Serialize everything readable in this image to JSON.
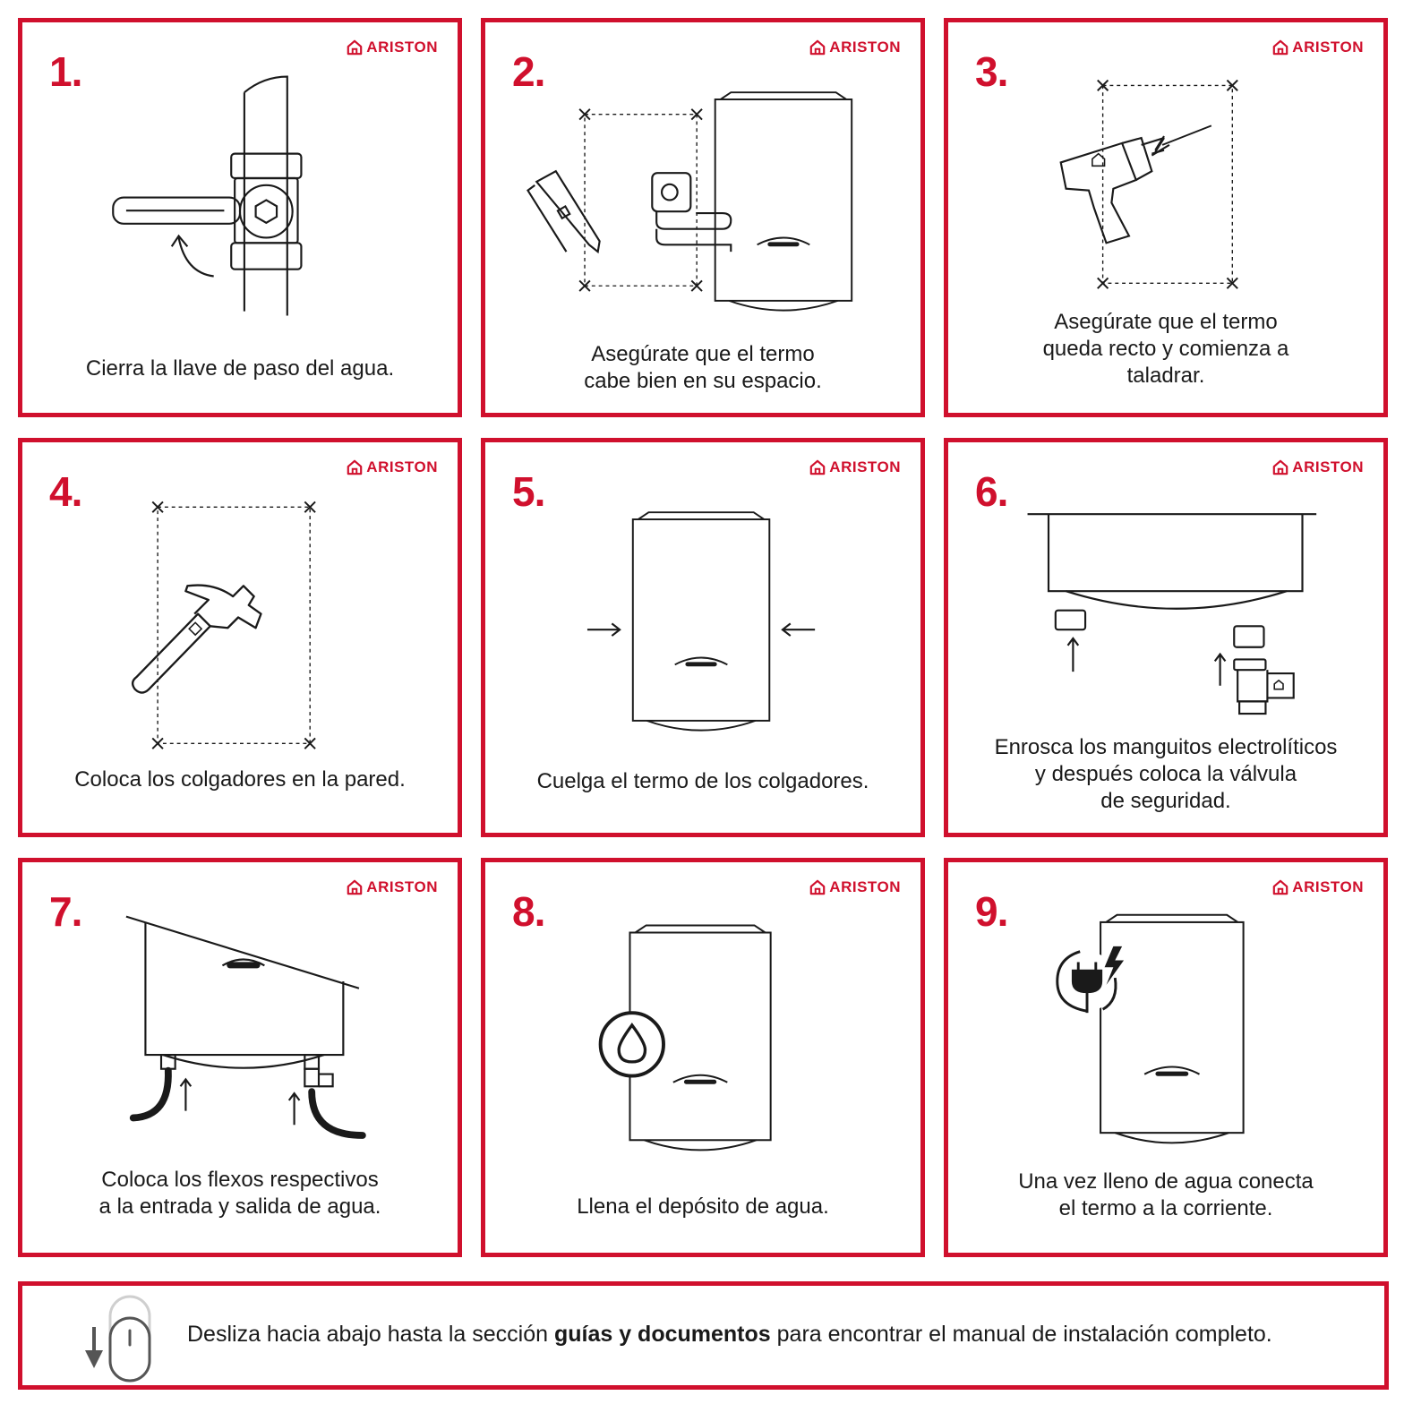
{
  "brand": {
    "name": "ARISTON",
    "logo_icon": "house-logo-icon",
    "accent_color": "#d0102d"
  },
  "steps": [
    {
      "number": "1.",
      "caption": "Cierra la llave de paso del agua.",
      "icon": "water-valve-icon"
    },
    {
      "number": "2.",
      "caption_line1": "Asegúrate que el termo",
      "caption_line2": "cabe bien en su espacio.",
      "icon": "measuring-tape-icon"
    },
    {
      "number": "3.",
      "caption_line1": "Asegúrate que el termo",
      "caption_line2": "queda recto y comienza a",
      "caption_line3": "taladrar.",
      "icon": "drill-icon"
    },
    {
      "number": "4.",
      "caption": "Coloca los colgadores en la pared.",
      "icon": "hammer-icon"
    },
    {
      "number": "5.",
      "caption": "Cuelga el termo de los colgadores.",
      "icon": "water-heater-icon"
    },
    {
      "number": "6.",
      "caption_line1": "Enrosca los manguitos electrolíticos",
      "caption_line2": "y después coloca la válvula",
      "caption_line3": "de seguridad.",
      "icon": "safety-valve-icon"
    },
    {
      "number": "7.",
      "caption_line1": "Coloca los flexos respectivos",
      "caption_line2": "a la entrada y salida de agua.",
      "icon": "hoses-icon"
    },
    {
      "number": "8.",
      "caption": "Llena el depósito de agua.",
      "icon": "water-drop-icon"
    },
    {
      "number": "9.",
      "caption_line1": "Una vez lleno de agua conecta",
      "caption_line2": "el termo a la corriente.",
      "icon": "power-plug-icon"
    }
  ],
  "footer": {
    "text_before": "Desliza hacia abajo hasta la sección ",
    "text_bold": "guías y documentos",
    "text_after": " para encontrar el manual de instalación completo.",
    "icon": "scroll-mouse-icon"
  }
}
